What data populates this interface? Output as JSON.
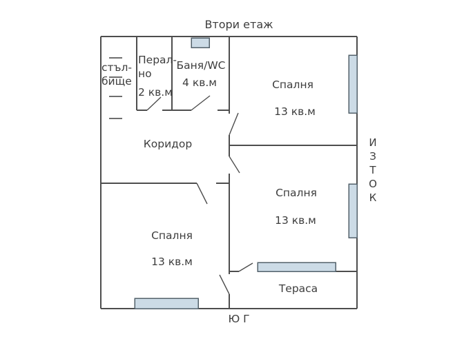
{
  "title": "Втори етаж",
  "compass": {
    "east_word": "ИЗТОК",
    "east_letters": [
      "И",
      "З",
      "Т",
      "О",
      "К"
    ],
    "south": "Ю Г"
  },
  "rooms": {
    "staircase": {
      "label_line1": "стъл-",
      "label_line2": "бище"
    },
    "laundry": {
      "label_line1": "Перал-",
      "label_line2": "но",
      "area": "2 кв.м"
    },
    "bathroom": {
      "label": "Баня/WC",
      "area": "4 кв.м"
    },
    "corridor": {
      "label": "Коридор"
    },
    "bedroom_top_right": {
      "label": "Спалня",
      "area": "13 кв.м"
    },
    "bedroom_bottom_right": {
      "label": "Спалня",
      "area": "13 кв.м"
    },
    "bedroom_bottom_left": {
      "label": "Спалня",
      "area": "13 кв.м"
    },
    "terrace": {
      "label": "Тераса"
    }
  },
  "colors": {
    "wall": "#4d4d4d",
    "text": "#3d3d3d",
    "window_fill": "#ccdbe6",
    "window_border": "#52606a",
    "tread": "#6e6e6e",
    "background": "#ffffff"
  }
}
